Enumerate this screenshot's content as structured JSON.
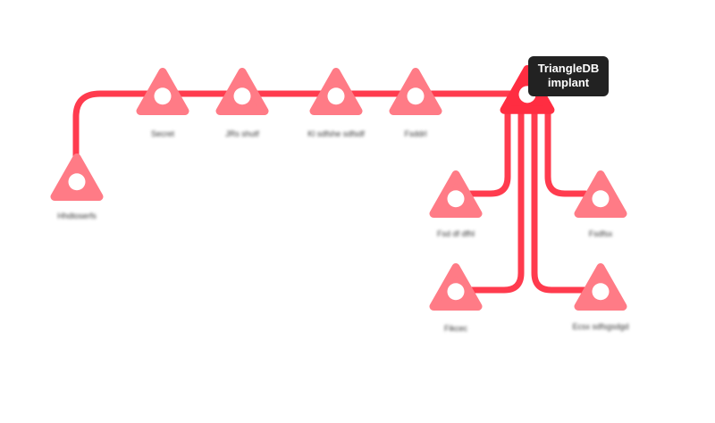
{
  "colors": {
    "line": "#ff3b4e",
    "node": "#ff7b86",
    "main_node": "#ff2d41",
    "node_dot": "#ffffff",
    "callout_bg": "#222222"
  },
  "callout": {
    "line1": "TriangleDB",
    "line2": "implant"
  },
  "nodes": [
    {
      "id": "n1",
      "label": "Hhdtoserfs",
      "icon": "triangle-node-icon"
    },
    {
      "id": "n2",
      "label": "Secret",
      "icon": "triangle-node-icon"
    },
    {
      "id": "n3",
      "label": "JRs shutf",
      "icon": "triangle-node-icon"
    },
    {
      "id": "n4",
      "label": "Kl sdfshe sdfsdf",
      "icon": "triangle-node-icon"
    },
    {
      "id": "n5",
      "label": "Fsddrl",
      "icon": "triangle-node-icon"
    },
    {
      "id": "n6",
      "label": "Fsd df dfhl",
      "icon": "triangle-node-icon"
    },
    {
      "id": "n7",
      "label": "Fsdfsx",
      "icon": "triangle-node-icon"
    },
    {
      "id": "n8",
      "label": "Fikcec",
      "icon": "triangle-node-icon"
    },
    {
      "id": "n9",
      "label": "Ecsx sdfsgsdgd",
      "icon": "triangle-node-icon"
    }
  ]
}
